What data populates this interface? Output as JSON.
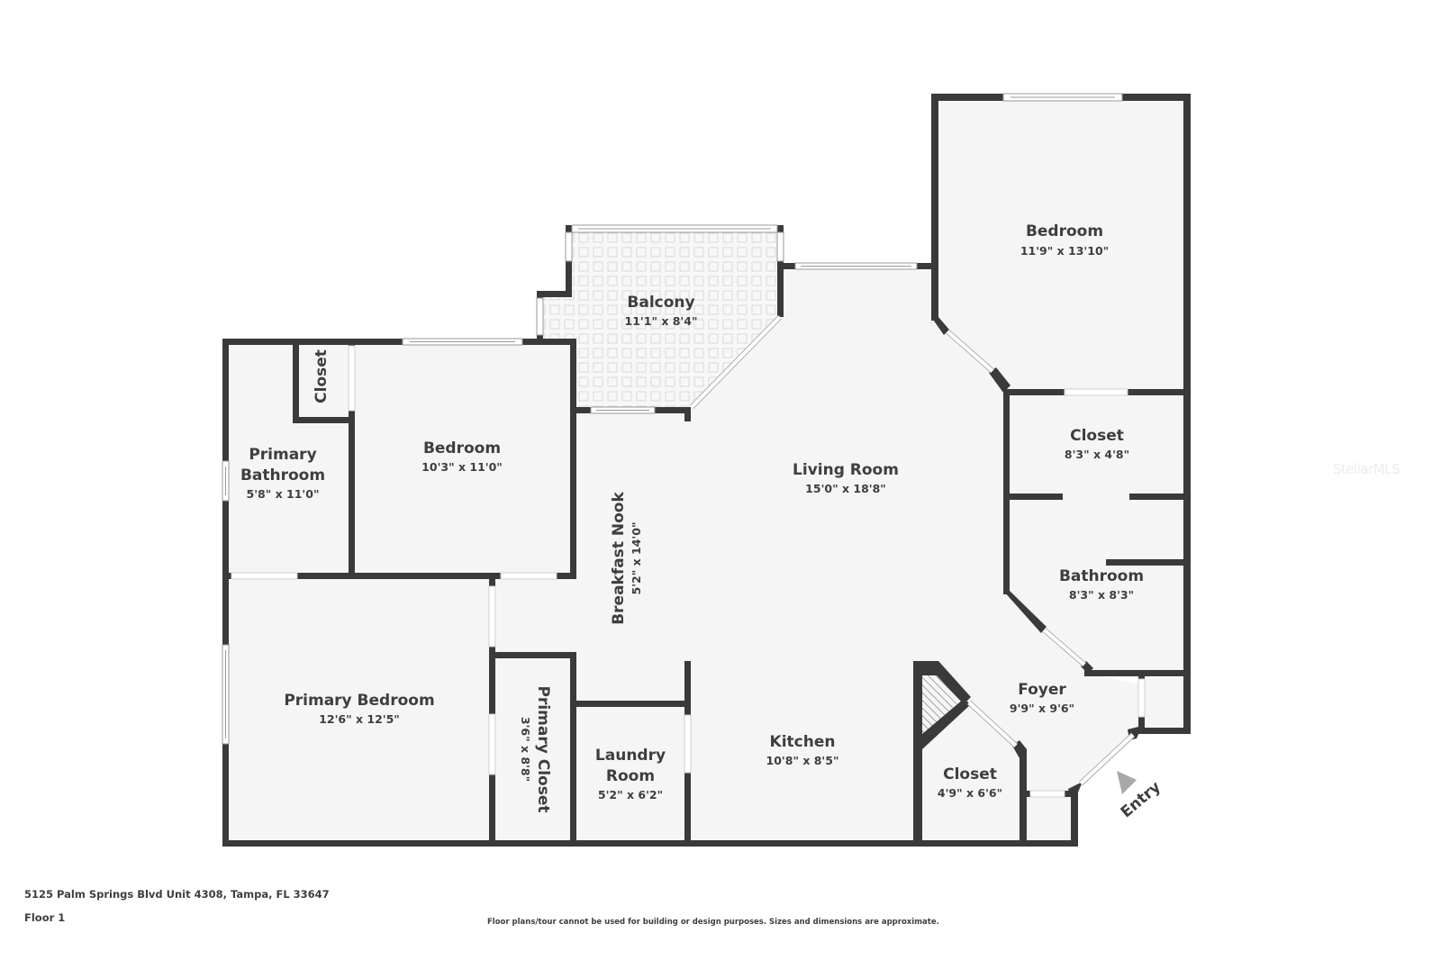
{
  "plan": {
    "address": "5125 Palm Springs Blvd Unit 4308, Tampa, FL 33647",
    "floor": "Floor 1",
    "disclaimer": "Floor plans/tour cannot be used for building or design purposes. Sizes and dimensions are approximate.",
    "watermark": "StellarMLS",
    "entry_label": "Entry"
  },
  "rooms": {
    "bedroom_ne": {
      "name": "Bedroom",
      "dim": "11'9\" x 13'10\""
    },
    "balcony": {
      "name": "Balcony",
      "dim": "11'1\" x 8'4\""
    },
    "closet_small": {
      "name": "Closet"
    },
    "primary_bath": {
      "name_1": "Primary",
      "name_2": "Bathroom",
      "dim": "5'8\" x 11'0\""
    },
    "bedroom_w": {
      "name": "Bedroom",
      "dim": "10'3\" x 11'0\""
    },
    "living": {
      "name": "Living Room",
      "dim": "15'0\" x 18'8\""
    },
    "closet_e": {
      "name": "Closet",
      "dim": "8'3\" x 4'8\""
    },
    "bathroom": {
      "name": "Bathroom",
      "dim": "8'3\" x 8'3\""
    },
    "breakfast": {
      "name": "Breakfast Nook",
      "dim": "5'2\" x 14'0\""
    },
    "primary_bed": {
      "name": "Primary Bedroom",
      "dim": "12'6\" x 12'5\""
    },
    "primary_closet": {
      "name": "Primary Closet",
      "dim": "3'6\" x 8'8\""
    },
    "laundry": {
      "name_1": "Laundry",
      "name_2": "Room",
      "dim": "5'2\" x 6'2\""
    },
    "kitchen": {
      "name": "Kitchen",
      "dim": "10'8\" x 8'5\""
    },
    "foyer": {
      "name": "Foyer",
      "dim": "9'9\" x 9'6\""
    },
    "closet_s": {
      "name": "Closet",
      "dim": "4'9\" x 6'6\""
    }
  },
  "colors": {
    "wall": "#3a3a3a",
    "floor": "#f5f5f5",
    "text": "#3e3e3e",
    "entry_arrow": "#a8a8a8"
  }
}
